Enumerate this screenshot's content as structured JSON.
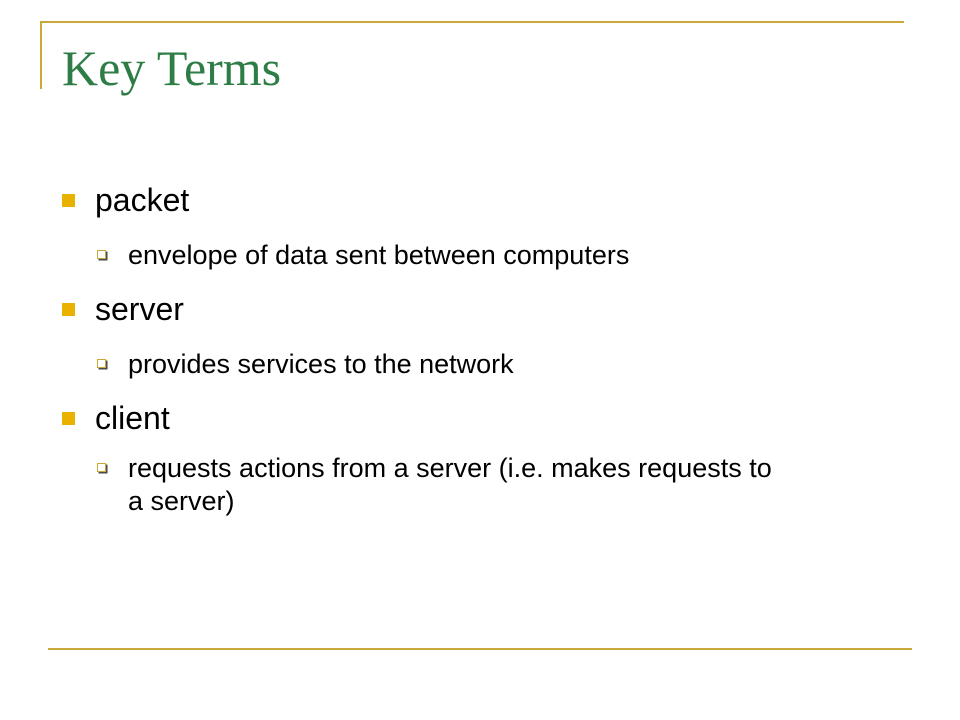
{
  "slide": {
    "title": "Key Terms",
    "accent_color": "#c8a838",
    "title_color": "#2e7d46",
    "bullet_color": "#e9b200",
    "terms": [
      {
        "term": "packet",
        "definition": "envelope of data sent between computers"
      },
      {
        "term": "server",
        "definition": "provides services to the network"
      },
      {
        "term": "client",
        "definition": "requests actions from a server (i.e. makes requests to a server)"
      }
    ]
  }
}
